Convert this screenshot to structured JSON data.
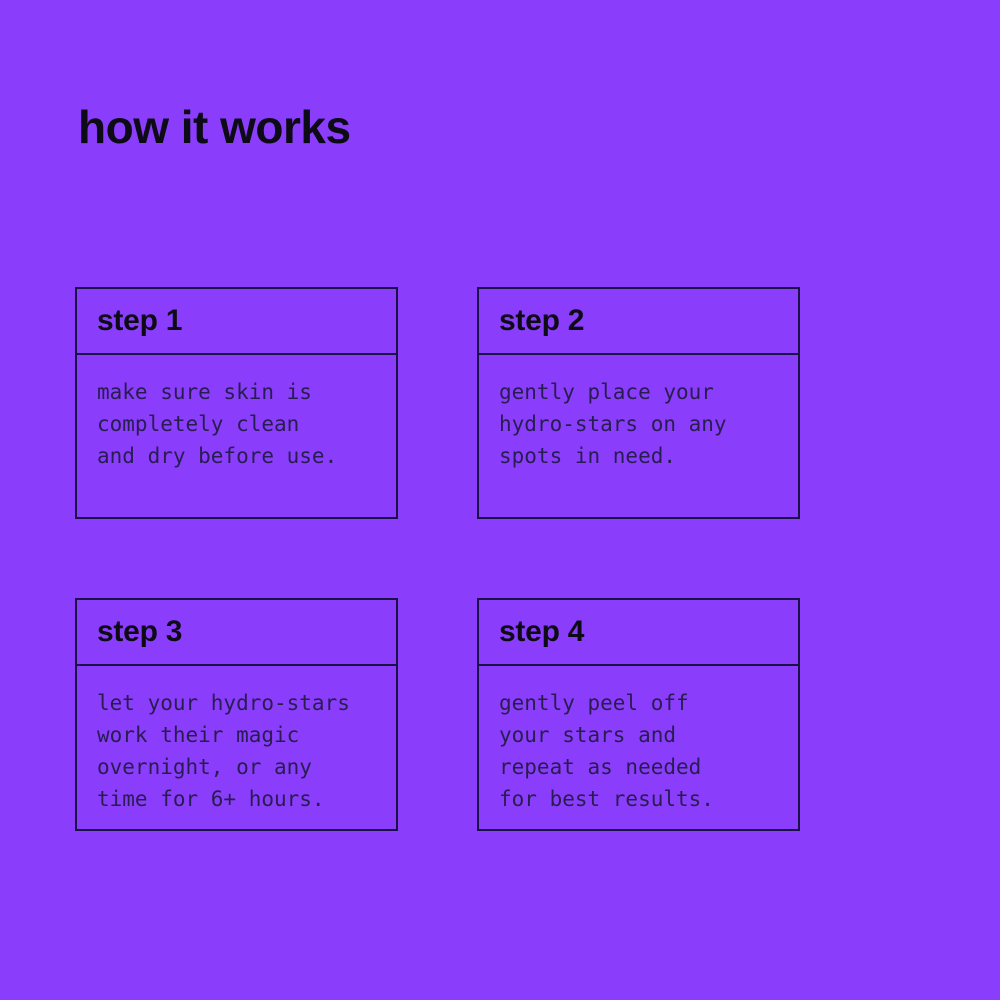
{
  "page": {
    "title": "how it works",
    "colors": {
      "background": "#8B3DFC",
      "border": "#1A1245",
      "heading_text": "#0D0B16",
      "body_text": "#281D50"
    }
  },
  "steps": [
    {
      "label": "step 1",
      "description": "make sure skin is\ncompletely clean\nand dry before use."
    },
    {
      "label": "step 2",
      "description": "gently place your\nhydro-stars on any\nspots in need."
    },
    {
      "label": "step 3",
      "description": "let your hydro-stars\nwork their magic\novernight, or any\ntime for 6+ hours."
    },
    {
      "label": "step 4",
      "description": "gently peel off\nyour stars and\nrepeat as needed\nfor best results."
    }
  ]
}
